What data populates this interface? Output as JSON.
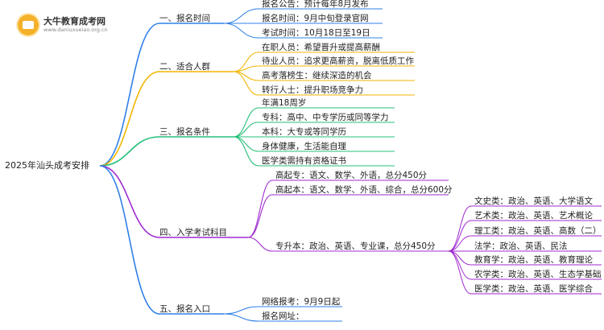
{
  "logo": {
    "title": "大牛教育成考网",
    "url": "www.daniuxueiao.org.cn"
  },
  "root": "2025年汕头成考安排",
  "branches": [
    {
      "label": "一、报名时间",
      "color": "#2f80e8",
      "items": [
        {
          "label": "报名公告：预计每年8月发布"
        },
        {
          "label": "报名时间：9月中旬登录官网"
        },
        {
          "label": "考试时间：10月18日至19日"
        }
      ]
    },
    {
      "label": "二、适合人群",
      "color": "#f2b600",
      "items": [
        {
          "label": "在职人员：希望晋升或提高薪酬"
        },
        {
          "label": "待业人员：追求更高薪资，脱离低质工作"
        },
        {
          "label": "高考落榜生：继续深造的机会"
        },
        {
          "label": "转行人士：提升职场竞争力"
        }
      ]
    },
    {
      "label": "三、报名条件",
      "color": "#27c07a",
      "items": [
        {
          "label": "年满18周岁"
        },
        {
          "label": "专科：高中、中专学历或同等学力"
        },
        {
          "label": "本科：大专或等同学历"
        },
        {
          "label": "身体健康，生活能自理"
        },
        {
          "label": "医学类需持有资格证书"
        }
      ]
    },
    {
      "label": "四、入学考试科目",
      "color": "#a02ad0",
      "items": [
        {
          "label": "高起专：语文、数学、外语，总分450分"
        },
        {
          "label": "高起本：语文、数学、外语、综合，总分600分"
        },
        {
          "label": "专升本：政治、英语、专业课，总分450分",
          "children": [
            "文史类：政治、英语、大学语文",
            "艺术类：政治、英语、艺术概论",
            "理工类：政治、英语、高数（二）",
            "法学：政治、英语、民法",
            "教育学：政治、英语、教育理论",
            "农学类：政治、英语、生态学基础",
            "医学类：政治、英语、医学综合"
          ]
        }
      ]
    },
    {
      "label": "五、报名入口",
      "color": "#2f80e8",
      "items": [
        {
          "label": "网络报考：9月9日起"
        },
        {
          "label": "报名网址："
        }
      ]
    }
  ]
}
